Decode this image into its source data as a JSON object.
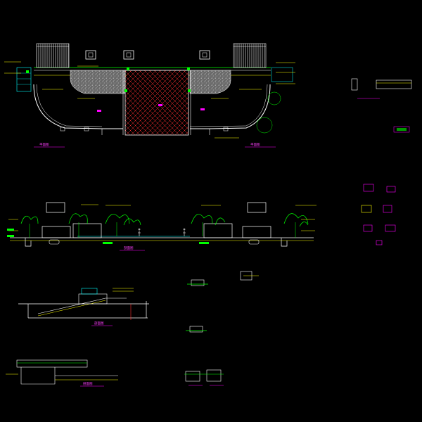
{
  "drawing": {
    "background": "#000000",
    "palette": {
      "white": "#ffffff",
      "yellow": "#ffff00",
      "green": "#00ff00",
      "magenta": "#ff00ff",
      "cyan": "#00ffff",
      "red": "#ff3030",
      "gray": "#8a8a8a"
    }
  },
  "captions": {
    "plan_left": "平面图",
    "plan_right": "平面图",
    "section_main": "剖面图",
    "section_ramp": "剖面图",
    "section_bottom": "剖面图"
  }
}
